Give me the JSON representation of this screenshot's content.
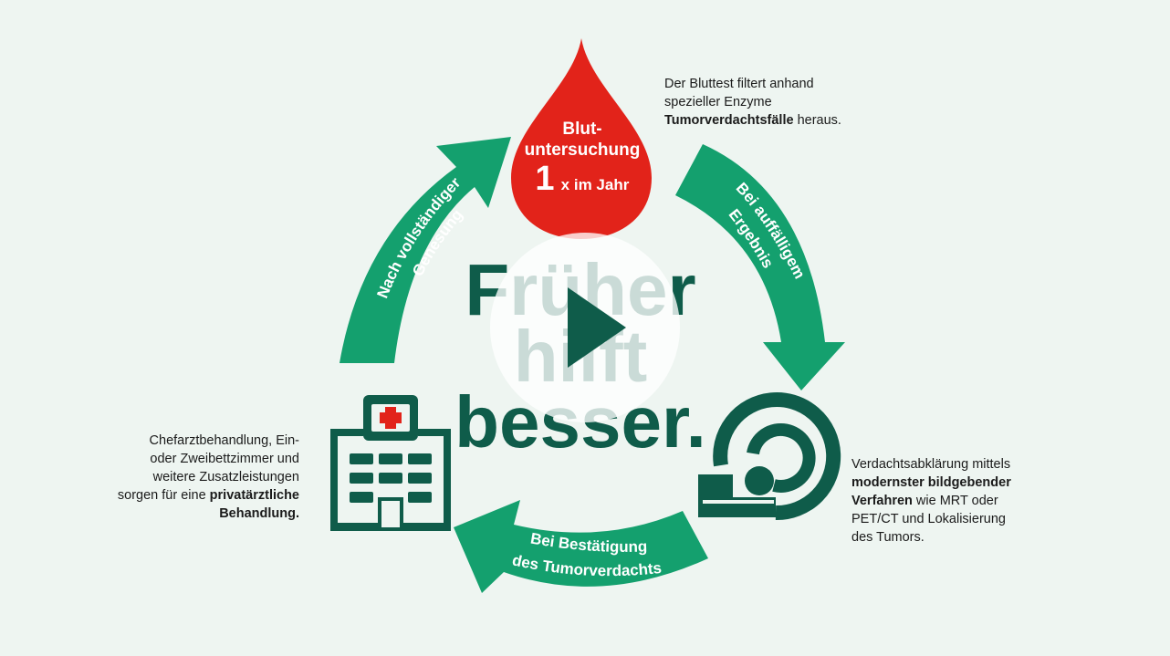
{
  "drop": {
    "line1": "Blut-",
    "line2": "untersuchung",
    "count": "1",
    "freq": "x im Jahr"
  },
  "arrows": {
    "right": {
      "line1": "Bei auffälligem",
      "line2": "Ergebnis"
    },
    "bottom": {
      "line1": "Bei Bestätigung",
      "line2": "des Tumorverdachts"
    },
    "left": {
      "line1": "Nach vollständiger",
      "line2": "Genesung"
    }
  },
  "center": {
    "line1": "Früher",
    "line2": "hilft",
    "line3": "besser."
  },
  "texts": {
    "bloodtest": {
      "l1": "Der Bluttest filtert anhand",
      "l2": "spezieller Enzyme",
      "l3_bold": "Tumorverdachtsfälle",
      "l3_rest": " heraus."
    },
    "diagnosis": {
      "l1": "Verdachtsabklärung mittels",
      "l2_bold": "modernster bildgebender",
      "l3_bold": "Verfahren",
      "l3_rest": " wie MRT oder",
      "l4": "PET/CT und Lokalisierung",
      "l5": "des Tumors."
    },
    "treatment": {
      "l1": "Chefarztbehandlung, Ein-",
      "l2": "oder Zweibettzimmer und",
      "l3": "weitere Zusatzleistungen",
      "l4": "sorgen für eine ",
      "l4_bold": "privatärztliche",
      "l5_bold": "Behandlung."
    }
  },
  "icons": {
    "drop": "blood-drop-icon",
    "hospital": "hospital-icon",
    "scanner": "mri-scanner-icon",
    "play": "play-icon"
  },
  "colors": {
    "background": "#eef5f1",
    "green": "#14a06e",
    "dark_green": "#0f5c4a",
    "red": "#e2231a",
    "play_overlay": "#ffffff"
  }
}
